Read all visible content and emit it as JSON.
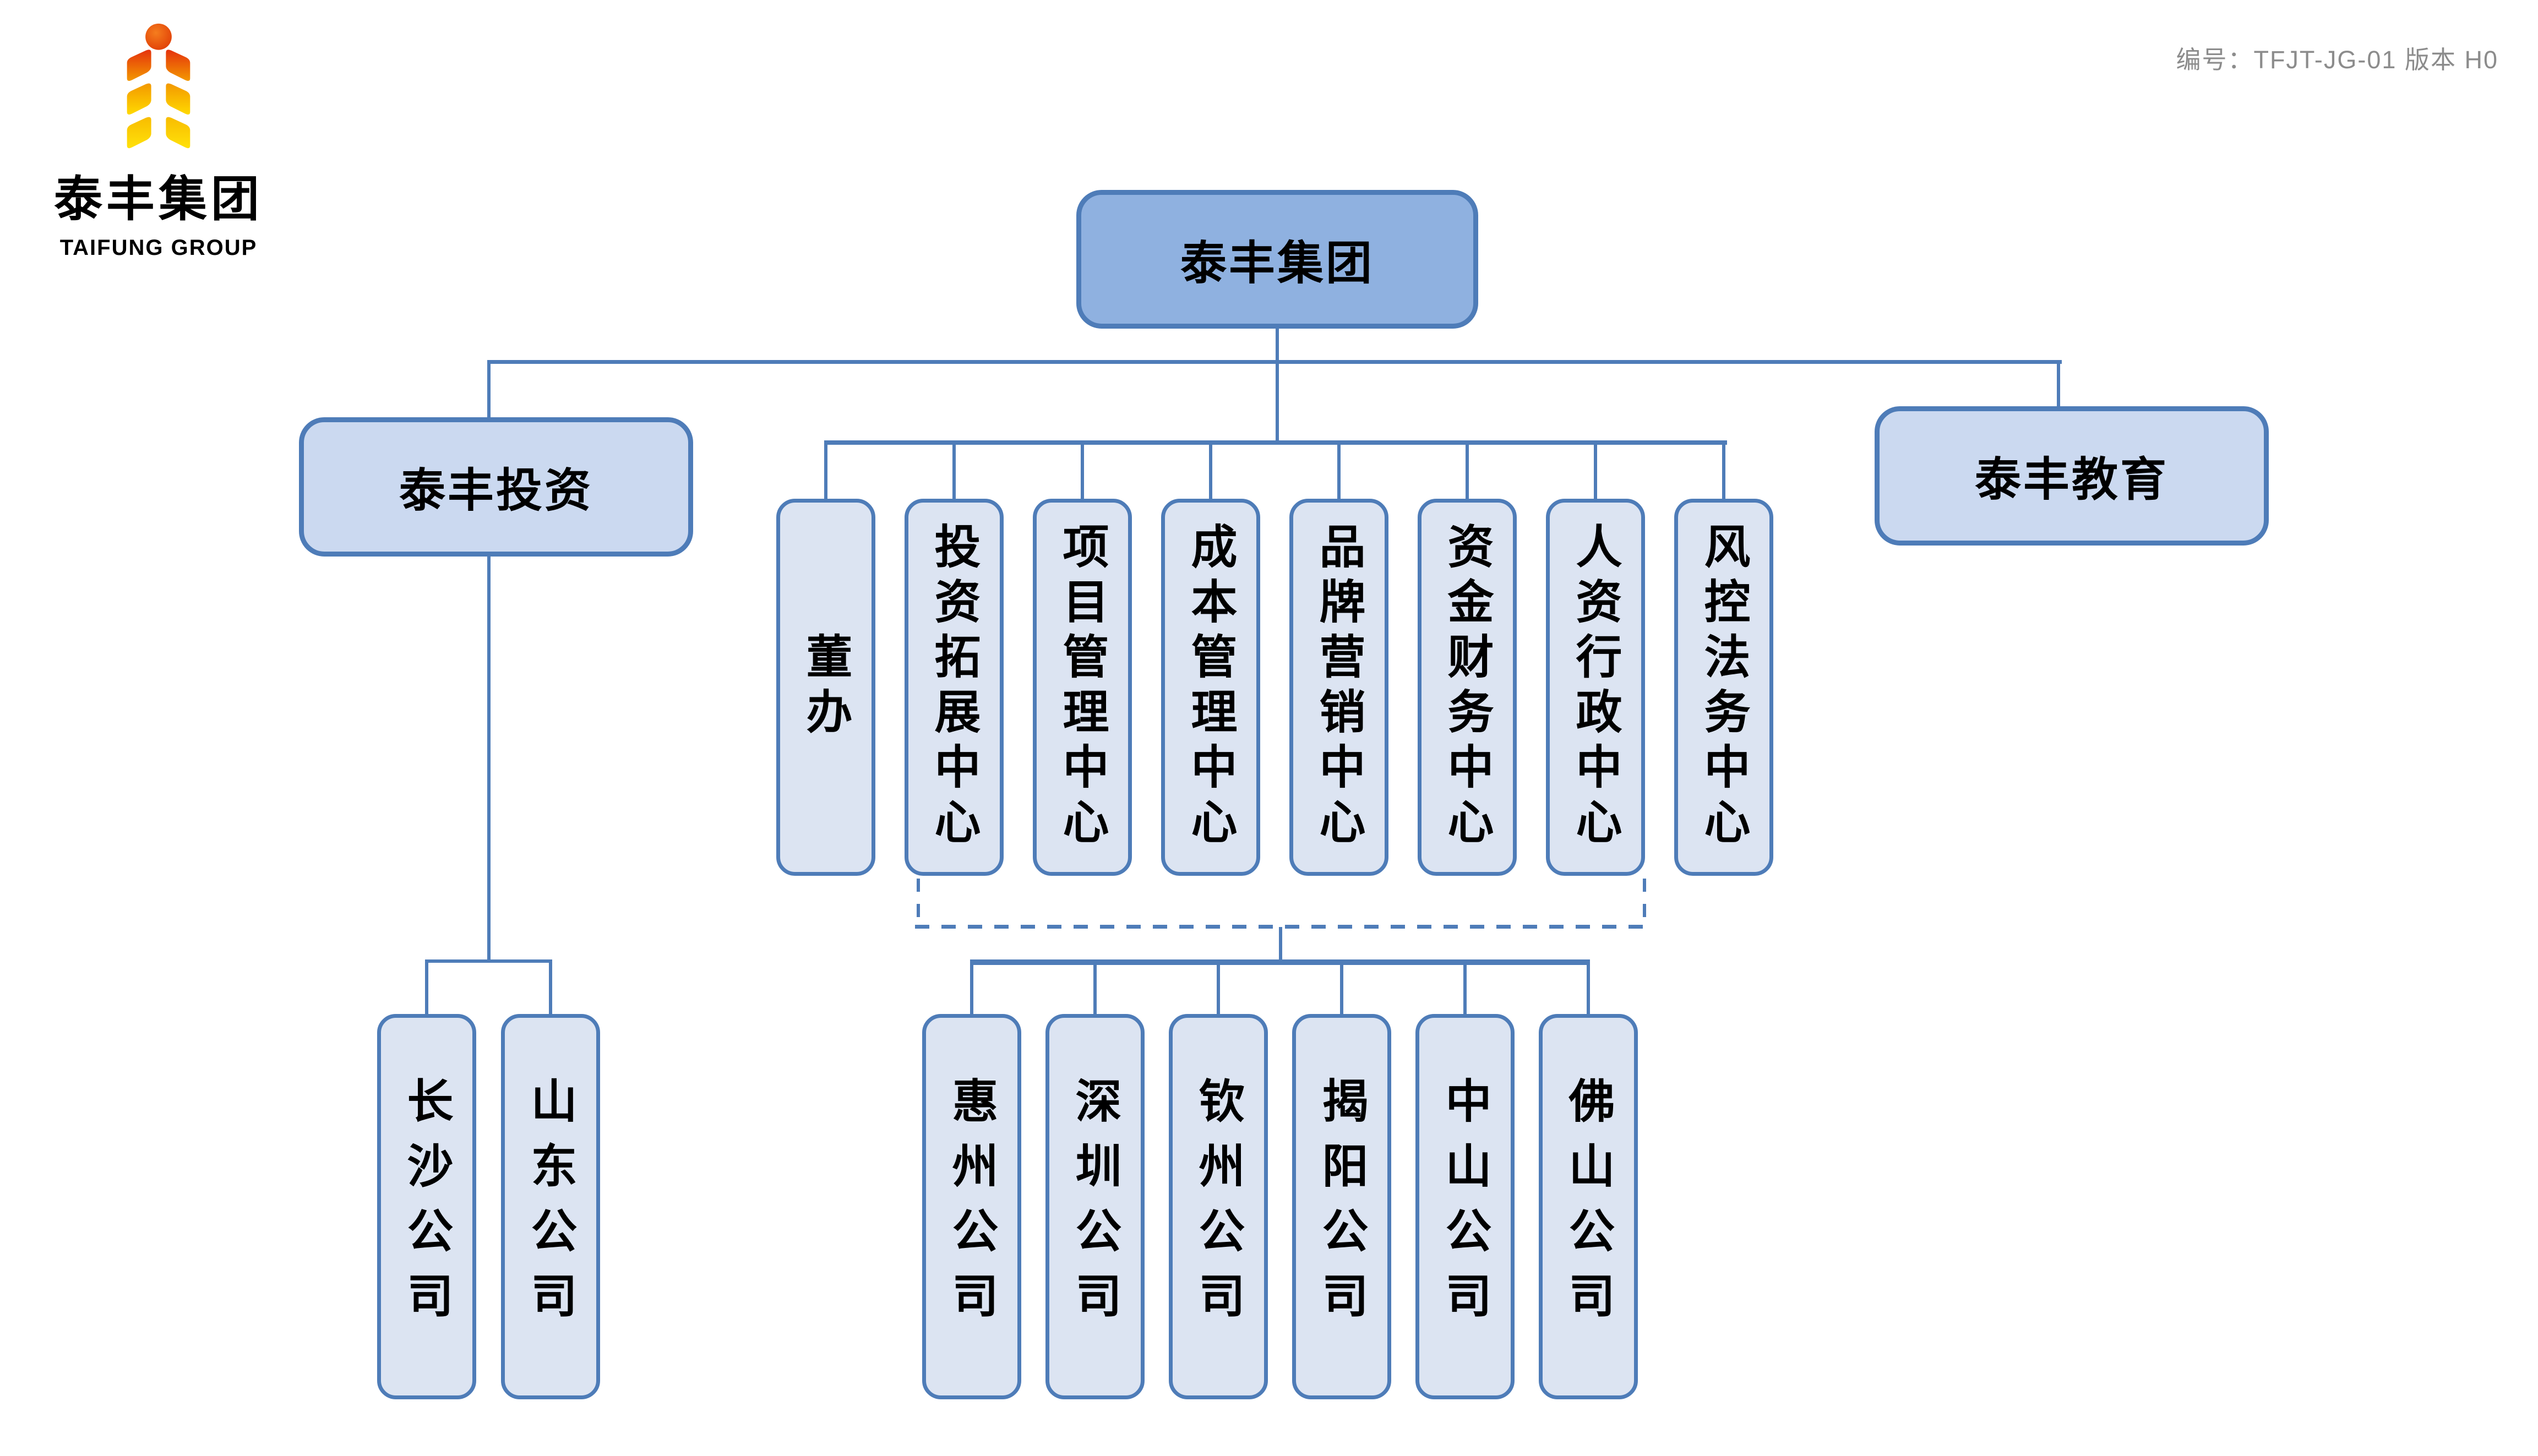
{
  "header": {
    "doc_meta": "编号：TFJT-JG-01  版本 H0"
  },
  "logo": {
    "company_cn": "泰丰集团",
    "company_en": "TAIFUNG GROUP"
  },
  "org": {
    "root": {
      "label": "泰丰集团"
    },
    "invest": {
      "label": "泰丰投资"
    },
    "education": {
      "label": "泰丰教育"
    },
    "departments": [
      "董办",
      "投资拓展中心",
      "项目管理中心",
      "成本管理中心",
      "品牌营销中心",
      "资金财务中心",
      "人资行政中心",
      "风控法务中心"
    ],
    "invest_children": [
      "长沙公司",
      "山东公司"
    ],
    "subsidiaries": [
      "惠州公司",
      "深圳公司",
      "钦州公司",
      "揭阳公司",
      "中山公司",
      "佛山公司"
    ]
  },
  "colors": {
    "line": "#4E7CB8",
    "root_fill": "#8FB1E0",
    "branch_fill": "#CBD9F0",
    "leaf_fill": "#DCE4F2",
    "label_text": "#000000",
    "doc_text": "#8C8C8C",
    "logo_red": "#E5320D",
    "logo_orange": "#F39800",
    "logo_yellow": "#FFD900",
    "logo_gold": "#F8BC00",
    "logo_yellow_light": "#FFE10A",
    "logo_ball_light": "#F57D1E",
    "logo_ball_dark": "#E03C05"
  }
}
